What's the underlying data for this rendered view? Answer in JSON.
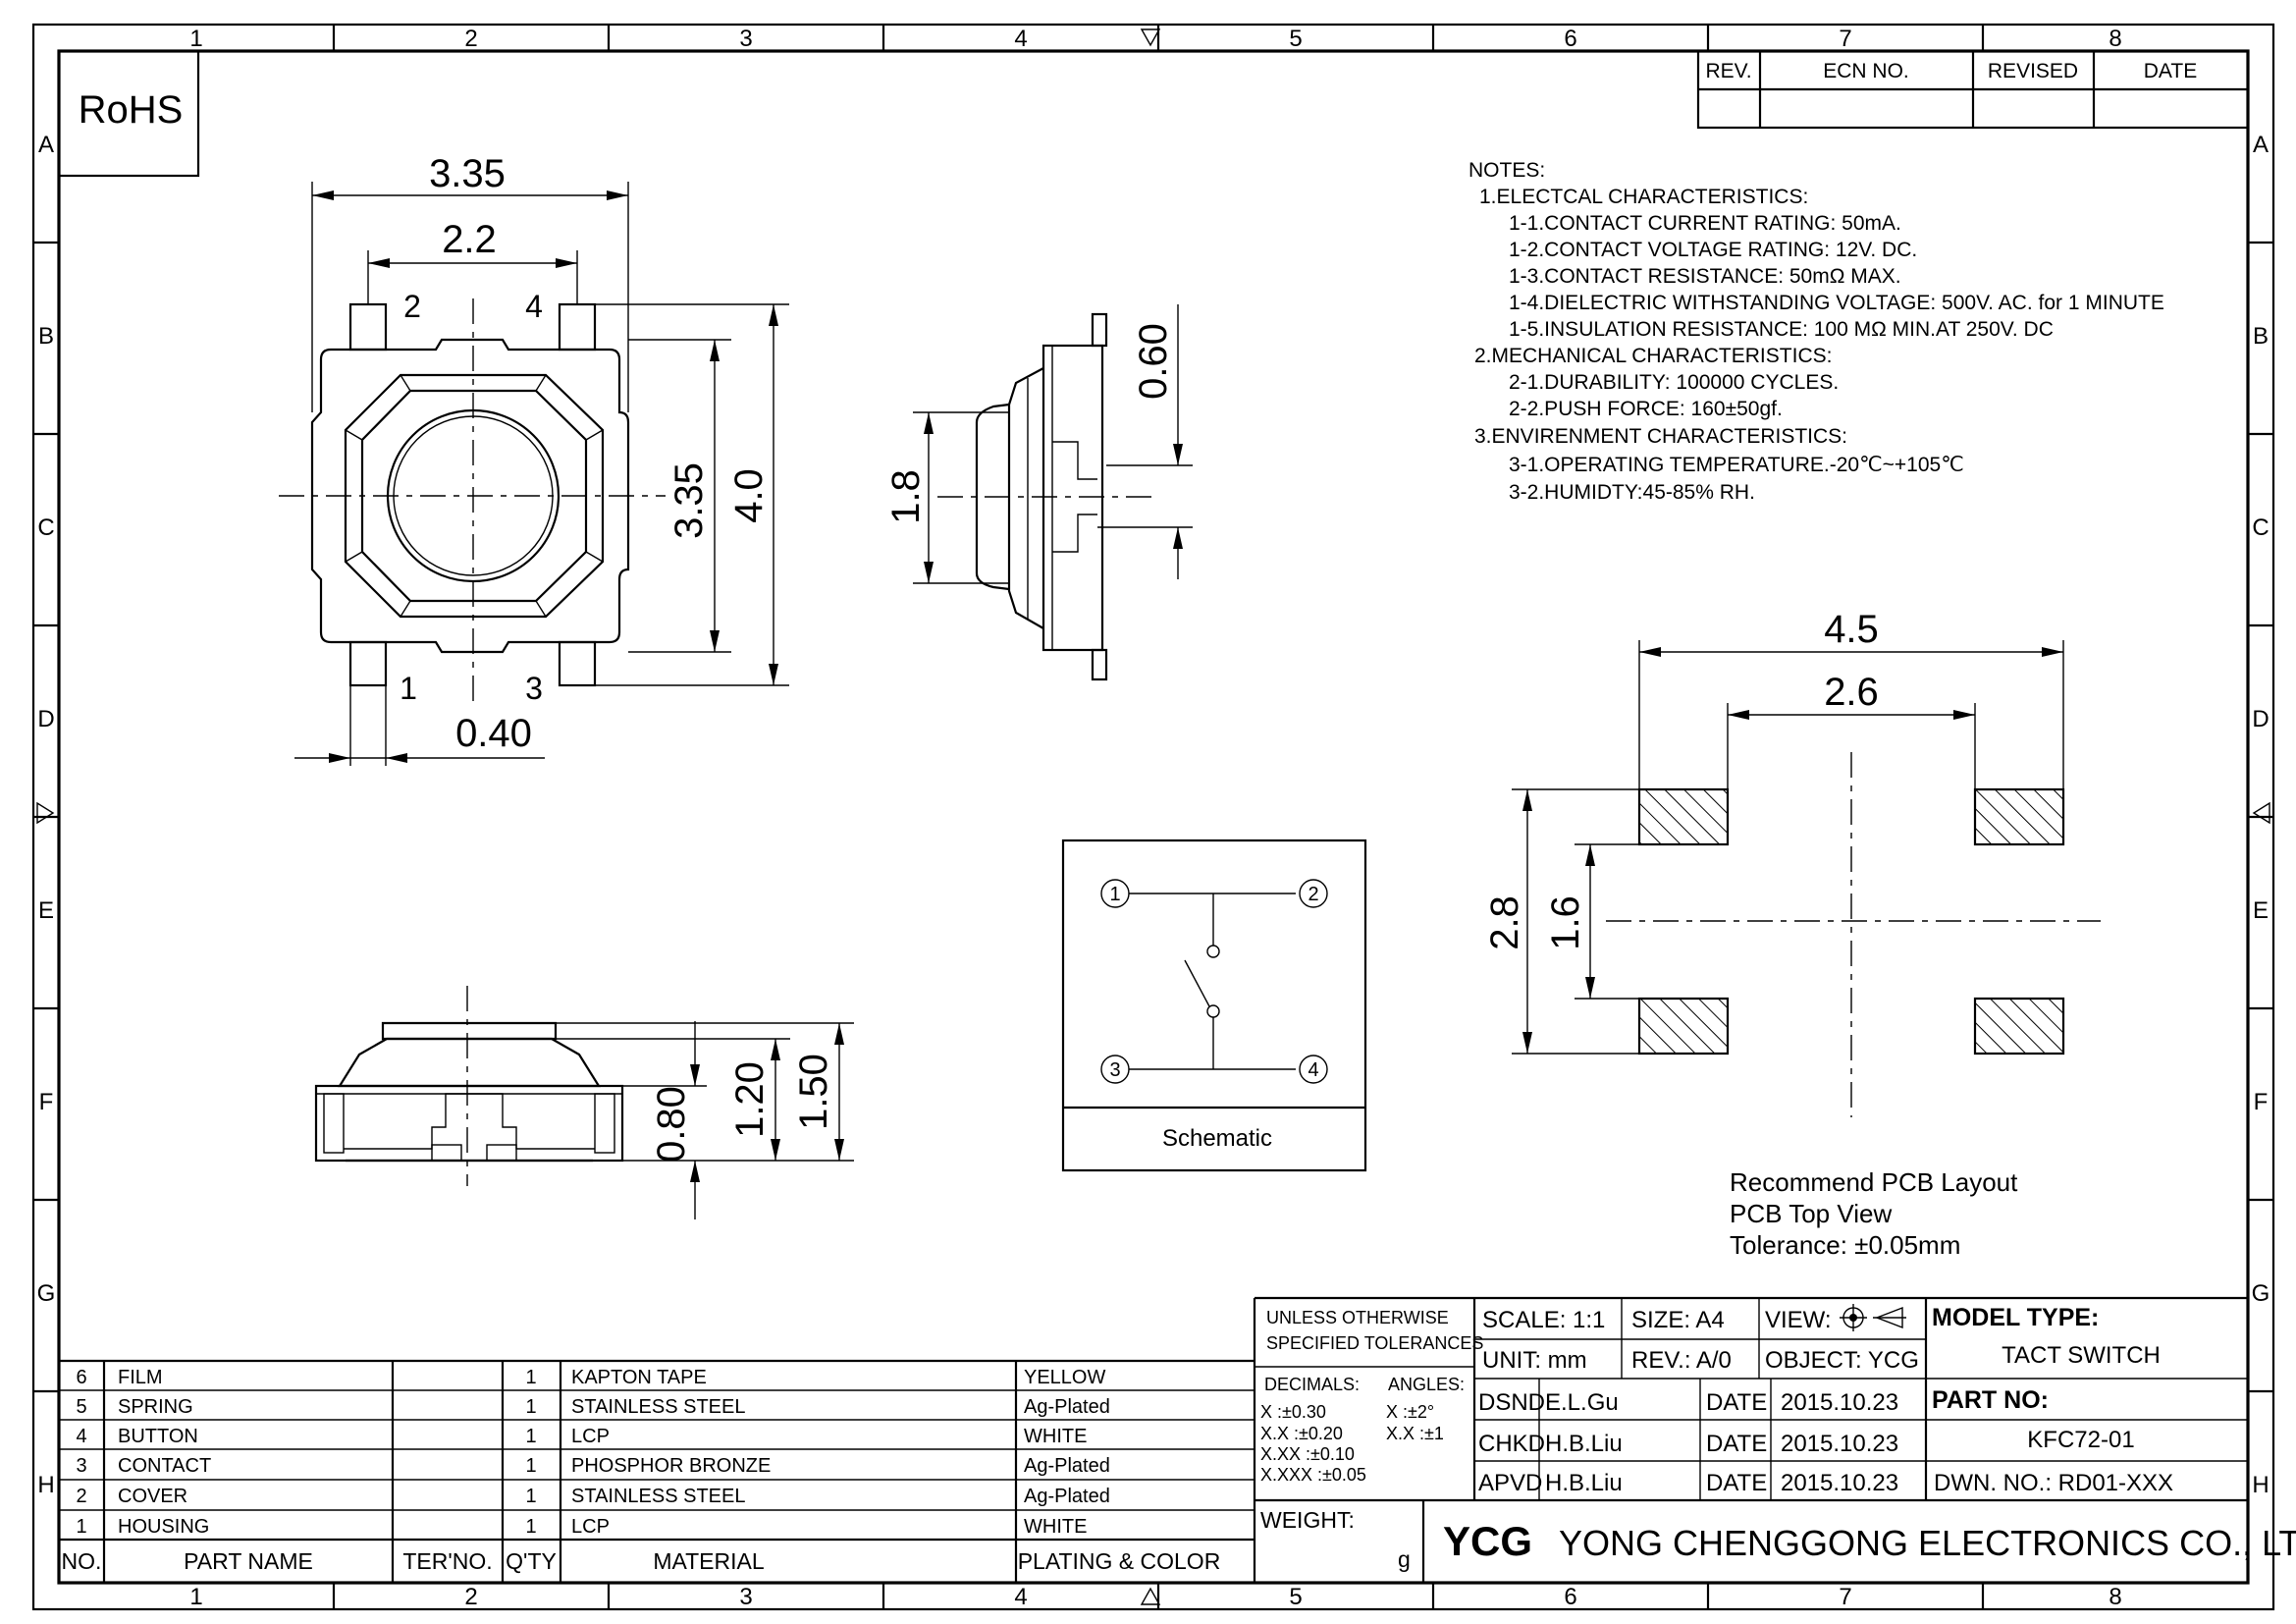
{
  "border": {
    "columns": [
      "1",
      "2",
      "3",
      "4",
      "5",
      "6",
      "7",
      "8"
    ],
    "rows": [
      "A",
      "B",
      "C",
      "D",
      "E",
      "F",
      "G",
      "H"
    ]
  },
  "rohs_label": "RoHS",
  "revision_table": {
    "headers": [
      "REV.",
      "ECN NO.",
      "REVISED",
      "DATE"
    ]
  },
  "notes": {
    "title": "NOTES:",
    "lines": [
      "1.ELECTCAL CHARACTERISTICS:",
      "1-1.CONTACT CURRENT RATING:  50mA.",
      "1-2.CONTACT VOLTAGE RATING: 12V. DC.",
      "1-3.CONTACT RESISTANCE: 50mΩ MAX.",
      "1-4.DIELECTRIC WITHSTANDING VOLTAGE: 500V. AC. for 1 MINUTE",
      "1-5.INSULATION RESISTANCE: 100 MΩ MIN.AT 250V. DC",
      "2.MECHANICAL CHARACTERISTICS:",
      "2-1.DURABILITY: 100000 CYCLES.",
      "2-2.PUSH FORCE:     160±50gf.",
      "3.ENVIRENMENT CHARACTERISTICS:",
      "3-1.OPERATING TEMPERATURE.-20℃~+105℃",
      "3-2.HUMIDTY:45-85% RH."
    ]
  },
  "top_view": {
    "dim_width": "3.35",
    "dim_pin_pitch": "2.2",
    "dim_inner_height": "3.35",
    "dim_height": "4.0",
    "dim_pin_width": "0.40",
    "pins": [
      "2",
      "4",
      "1",
      "3"
    ]
  },
  "side_view": {
    "dim_button_height": "1.8",
    "dim_offset": "0.60"
  },
  "front_view": {
    "dim_body": "0.80",
    "dim_cover": "1.20",
    "dim_total": "1.50"
  },
  "schematic": {
    "label": "Schematic",
    "pins": [
      "1",
      "2",
      "3",
      "4"
    ]
  },
  "pcb_layout": {
    "dim_outer_x": "4.5",
    "dim_inner_x": "2.6",
    "dim_outer_y": "2.8",
    "dim_inner_y": "1.6",
    "caption": [
      "Recommend PCB Layout",
      "PCB Top View",
      "Tolerance:  ±0.05mm"
    ]
  },
  "bom": {
    "headers": [
      "NO.",
      "PART NAME",
      "TER'NO.",
      "Q'TY",
      "MATERIAL",
      "PLATING & COLOR"
    ],
    "rows": [
      {
        "no": "6",
        "name": "FILM",
        "ter": "",
        "qty": "1",
        "material": "KAPTON TAPE",
        "plating": "YELLOW"
      },
      {
        "no": "5",
        "name": "SPRING",
        "ter": "",
        "qty": "1",
        "material": "STAINLESS STEEL",
        "plating": "Ag-Plated"
      },
      {
        "no": "4",
        "name": "BUTTON",
        "ter": "",
        "qty": "1",
        "material": "LCP",
        "plating": "WHITE"
      },
      {
        "no": "3",
        "name": "CONTACT",
        "ter": "",
        "qty": "1",
        "material": "PHOSPHOR BRONZE",
        "plating": "Ag-Plated"
      },
      {
        "no": "2",
        "name": "COVER",
        "ter": "",
        "qty": "1",
        "material": "STAINLESS STEEL",
        "plating": "Ag-Plated"
      },
      {
        "no": "1",
        "name": "HOUSING",
        "ter": "",
        "qty": "1",
        "material": "LCP",
        "plating": "WHITE"
      }
    ]
  },
  "title_block": {
    "tolerance_title_1": "UNLESS OTHERWISE",
    "tolerance_title_2": "SPECIFIED TOLERANCES",
    "decimals_label": "DECIMALS:",
    "angles_label": "ANGLES:",
    "tol_x": "X    :±0.30",
    "tol_xx": "X.X   :±0.20",
    "tol_xxx": "X.XX  :±0.10",
    "tol_xxxx": "X.XXX :±0.05",
    "ang_x": "X   :±2°",
    "ang_xx": "X.X :±1",
    "weight_label": "WEIGHT:",
    "weight_unit": "g",
    "scale": "SCALE:  1:1",
    "size": "SIZE:  A4",
    "view": "VIEW:",
    "unit": "UNIT:  mm",
    "rev": "REV.:  A/0",
    "object": "OBJECT:  YCG",
    "dsnd_label": "DSND",
    "dsnd": "E.L.Gu",
    "chkd_label": "CHKD",
    "chkd": "H.B.Liu",
    "apvd_label": "APVD",
    "apvd": "H.B.Liu",
    "date_label": "DATE",
    "date_1": "2015.10.23",
    "date_2": "2015.10.23",
    "date_3": "2015.10.23",
    "model_type_label": "MODEL TYPE:",
    "model_type": "TACT SWITCH",
    "part_no_label": "PART NO:",
    "part_no": "KFC72-01",
    "dwn_no": "DWN. NO.:  RD01-XXX",
    "logo": "YCG",
    "company": "YONG CHENGGONG ELECTRONICS CO., LTD."
  }
}
